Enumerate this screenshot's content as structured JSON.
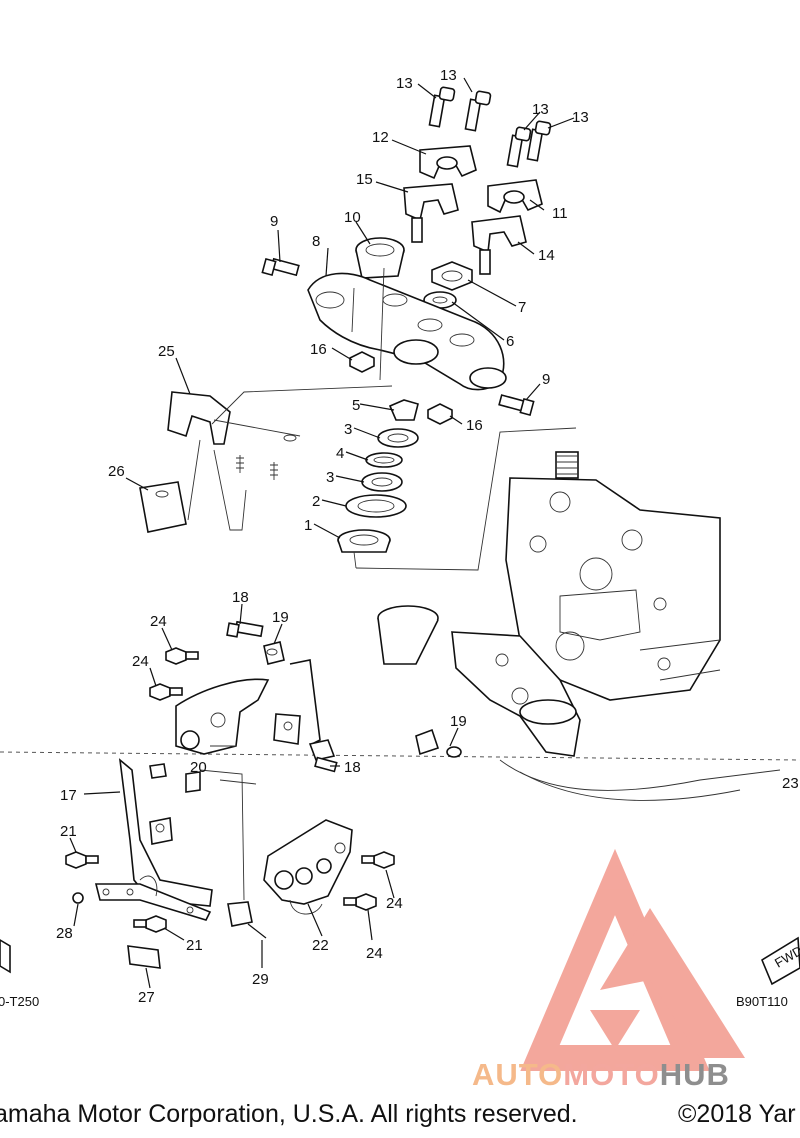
{
  "callouts": [
    {
      "id": "c13a",
      "text": "13"
    },
    {
      "id": "c13b",
      "text": "13"
    },
    {
      "id": "c13c",
      "text": "13"
    },
    {
      "id": "c13d",
      "text": "13"
    },
    {
      "id": "c12",
      "text": "12"
    },
    {
      "id": "c15",
      "text": "15"
    },
    {
      "id": "c11",
      "text": "11"
    },
    {
      "id": "c10",
      "text": "10"
    },
    {
      "id": "c9a",
      "text": "9"
    },
    {
      "id": "c8",
      "text": "8"
    },
    {
      "id": "c14",
      "text": "14"
    },
    {
      "id": "c7",
      "text": "7"
    },
    {
      "id": "c6",
      "text": "6"
    },
    {
      "id": "c16a",
      "text": "16"
    },
    {
      "id": "c25",
      "text": "25"
    },
    {
      "id": "c9b",
      "text": "9"
    },
    {
      "id": "c5",
      "text": "5"
    },
    {
      "id": "c16b",
      "text": "16"
    },
    {
      "id": "c3a",
      "text": "3"
    },
    {
      "id": "c4",
      "text": "4"
    },
    {
      "id": "c3b",
      "text": "3"
    },
    {
      "id": "c26",
      "text": "26"
    },
    {
      "id": "c2",
      "text": "2"
    },
    {
      "id": "c1",
      "text": "1"
    },
    {
      "id": "c18a",
      "text": "18"
    },
    {
      "id": "c24a",
      "text": "24"
    },
    {
      "id": "c19a",
      "text": "19"
    },
    {
      "id": "c24b",
      "text": "24"
    },
    {
      "id": "c24c",
      "text": "24"
    },
    {
      "id": "c20",
      "text": "20"
    },
    {
      "id": "c18b",
      "text": "18"
    },
    {
      "id": "c19b",
      "text": "19"
    },
    {
      "id": "c23",
      "text": "23"
    },
    {
      "id": "c17",
      "text": "17"
    },
    {
      "id": "c21a",
      "text": "21"
    },
    {
      "id": "c24d",
      "text": "24"
    },
    {
      "id": "c28",
      "text": "28"
    },
    {
      "id": "c24e",
      "text": "24"
    },
    {
      "id": "c21b",
      "text": "21"
    },
    {
      "id": "c22",
      "text": "22"
    },
    {
      "id": "c29",
      "text": "29"
    },
    {
      "id": "c27",
      "text": "27"
    }
  ],
  "refs": {
    "left": "0-T250",
    "right": "B90T110",
    "fwd": "FWD"
  },
  "footer": {
    "copyright_left": "amaha Motor Corporation, U.S.A. All rights reserved.",
    "copyright_right": "©2018 Yar"
  },
  "watermark": {
    "part1": "AUTO",
    "part2": "MOTO",
    "part3": "HUB",
    "colors": {
      "triangle": "#f08a7c",
      "auto": "#f5b98a",
      "moto": "#f3a79e",
      "hub": "#8e8e8e"
    }
  }
}
